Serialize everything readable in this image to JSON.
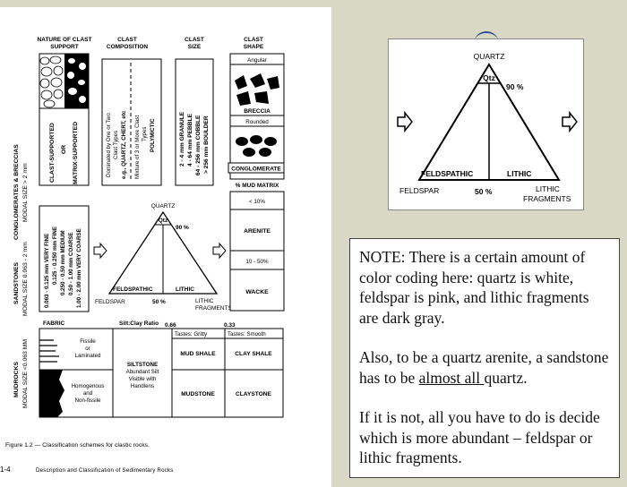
{
  "figure": {
    "col_headers": [
      "NATURE OF CLAST SUPPORT",
      "CLAST COMPOSITION",
      "CLAST SIZE",
      "CLAST SHAPE"
    ],
    "row_labels": {
      "conglomerates": "CONGLOMERATES & BRECCIAS",
      "conglomerates_size": "MODAL SIZE > 2 mm",
      "sandstones": "SANDSTONES",
      "sandstones_size": "MODAL SIZE 0.063 - 2 mm",
      "mudrocks": "MUDROCKS",
      "mudrocks_size": "MODAL SIZE <0.063 MM"
    },
    "support": [
      "CLAST-SUPPORTED",
      "OR",
      "MATRIX-SUPPORTED"
    ],
    "composition": [
      "Dominated by One or Two",
      "Clast Types",
      "e.g., QUARTZ, CHERT, etc",
      "Mixture of 3 or More Clast",
      "Types",
      "POLYMICTIC"
    ],
    "size": [
      "2 - 4 mm GRANULE",
      "4 - 64 mm PEBBLE",
      "64 - 256 mm COBBLE",
      "> 256 mm BOULDER"
    ],
    "shape": {
      "angular": "Angular",
      "breccia": "BRECCIA",
      "rounded": "Rounded",
      "conglomerate": "CONGLOMERATE"
    },
    "sand_sizes": [
      "0.063 - 0.125 mm VERY FINE",
      "0.125 - 0.250 mm FINE",
      "0.250 - 0.50 mm MEDIUM",
      "0.50 - 1.00 mm COARSE",
      "1.00 - 2.00 mm VERY COARSE"
    ],
    "triangle": {
      "apex": "QUARTZ",
      "qtz": "Qtz",
      "qtz_pct": "90 %",
      "left": "FELDSPATHIC",
      "right": "LITHIC",
      "bottom_left": "FELDSPAR",
      "bottom_mid": "50 %",
      "bottom_right_1": "LITHIC",
      "bottom_right_2": "FRAGMENTS"
    },
    "mud_matrix": {
      "header": "% MUD MATRIX",
      "low": "< 10%",
      "arenite": "ARENITE",
      "mid": "10 - 50%",
      "wacke": "WACKE"
    },
    "mud": {
      "fabric": "FABRIC",
      "ratio": "Silt:Clay Ratio",
      "r1": "0.66",
      "r2": "0.33",
      "fissile": [
        "Fissile",
        "or",
        "Laminated"
      ],
      "homog": [
        "Homogenous",
        "and",
        "Non-fissile"
      ],
      "siltstone": [
        "SILTSTONE",
        "Abundant Silt",
        "Visible with",
        "Handlens"
      ],
      "gritty": "Tastes: Gritty",
      "smooth": "Tastes: Smooth",
      "mud_shale": "MUD SHALE",
      "clay_shale": "CLAY SHALE",
      "mudstone": "MUDSTONE",
      "claystone": "CLAYSTONE"
    },
    "caption": "Figure 1.2 — Classification schemes for clastic rocks.",
    "footer_page": "1-4",
    "footer_title": "Description and Classification of Sedimentary Rocks"
  },
  "zoom": {
    "apex": "QUARTZ",
    "qtz": "Qtz",
    "qtz_pct": "90 %",
    "left": "FELDSPATHIC",
    "right": "LITHIC",
    "bottom_left": "FELDSPAR",
    "bottom_mid": "50 %",
    "bottom_right_1": "LITHIC",
    "bottom_right_2": "FRAGMENTS"
  },
  "note": {
    "p1": "NOTE: There is a certain amount of color coding here: quartz is white, feldspar is pink, and lithic fragments are dark gray.",
    "p2_pre": "Also, to be a quartz arenite, a sandstone has to be ",
    "p2_u": "almost all ",
    "p2_post": "quartz.",
    "p3": "If it is not, all you have to do is decide which is more abundant – feldspar or lithic fragments."
  }
}
